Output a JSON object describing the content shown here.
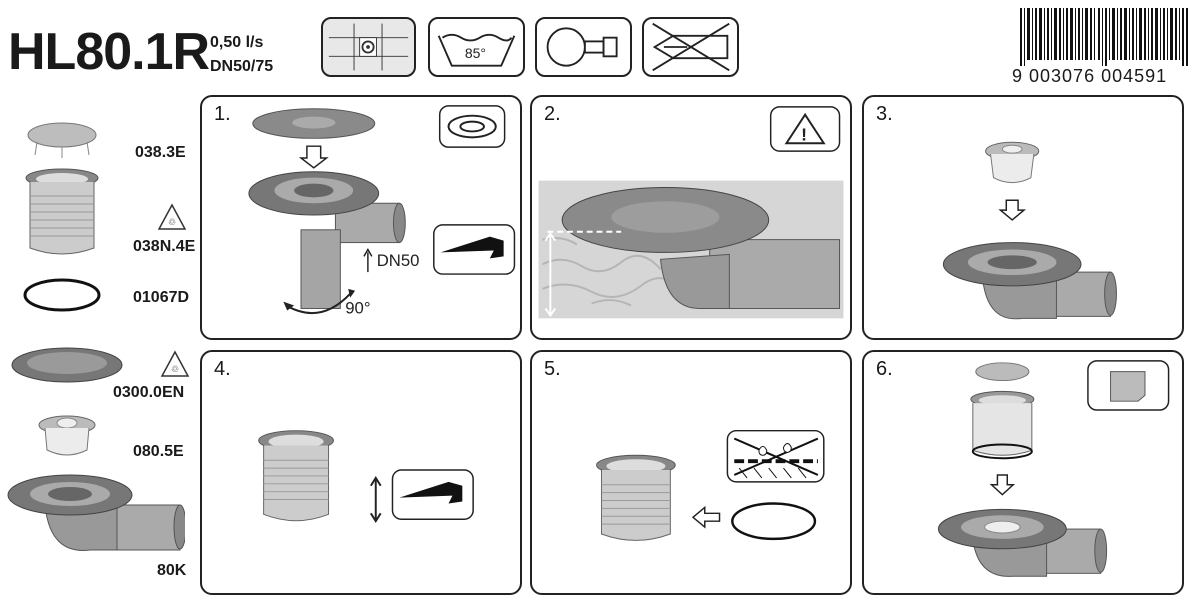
{
  "header": {
    "model": "HL80.1R",
    "flow_rate": "0,50 l/s",
    "pipe_size": "DN50/75",
    "symbols": [
      "tile-grid-icon",
      "temperature-bath-icon",
      "pipe-connection-icon",
      "no-cutting-icon"
    ],
    "temperature": "85°",
    "barcode_number": "9 003076 004591"
  },
  "parts": [
    {
      "code": "038.3E",
      "icon": "cover-plate-icon"
    },
    {
      "code": "038N.4E",
      "icon": "extension-sleeve-icon",
      "recycle": true
    },
    {
      "code": "01067D",
      "icon": "o-ring-icon"
    },
    {
      "code": "0300.0EN",
      "icon": "flange-plate-icon",
      "recycle": true
    },
    {
      "code": "080.5E",
      "icon": "odour-trap-icon"
    },
    {
      "code": "80K",
      "icon": "drain-body-icon"
    }
  ],
  "steps": [
    {
      "number": "1.",
      "annotations": {
        "pipe": "DN50",
        "angle": "90°"
      }
    },
    {
      "number": "2."
    },
    {
      "number": "3."
    },
    {
      "number": "4."
    },
    {
      "number": "5."
    },
    {
      "number": "6."
    }
  ]
}
